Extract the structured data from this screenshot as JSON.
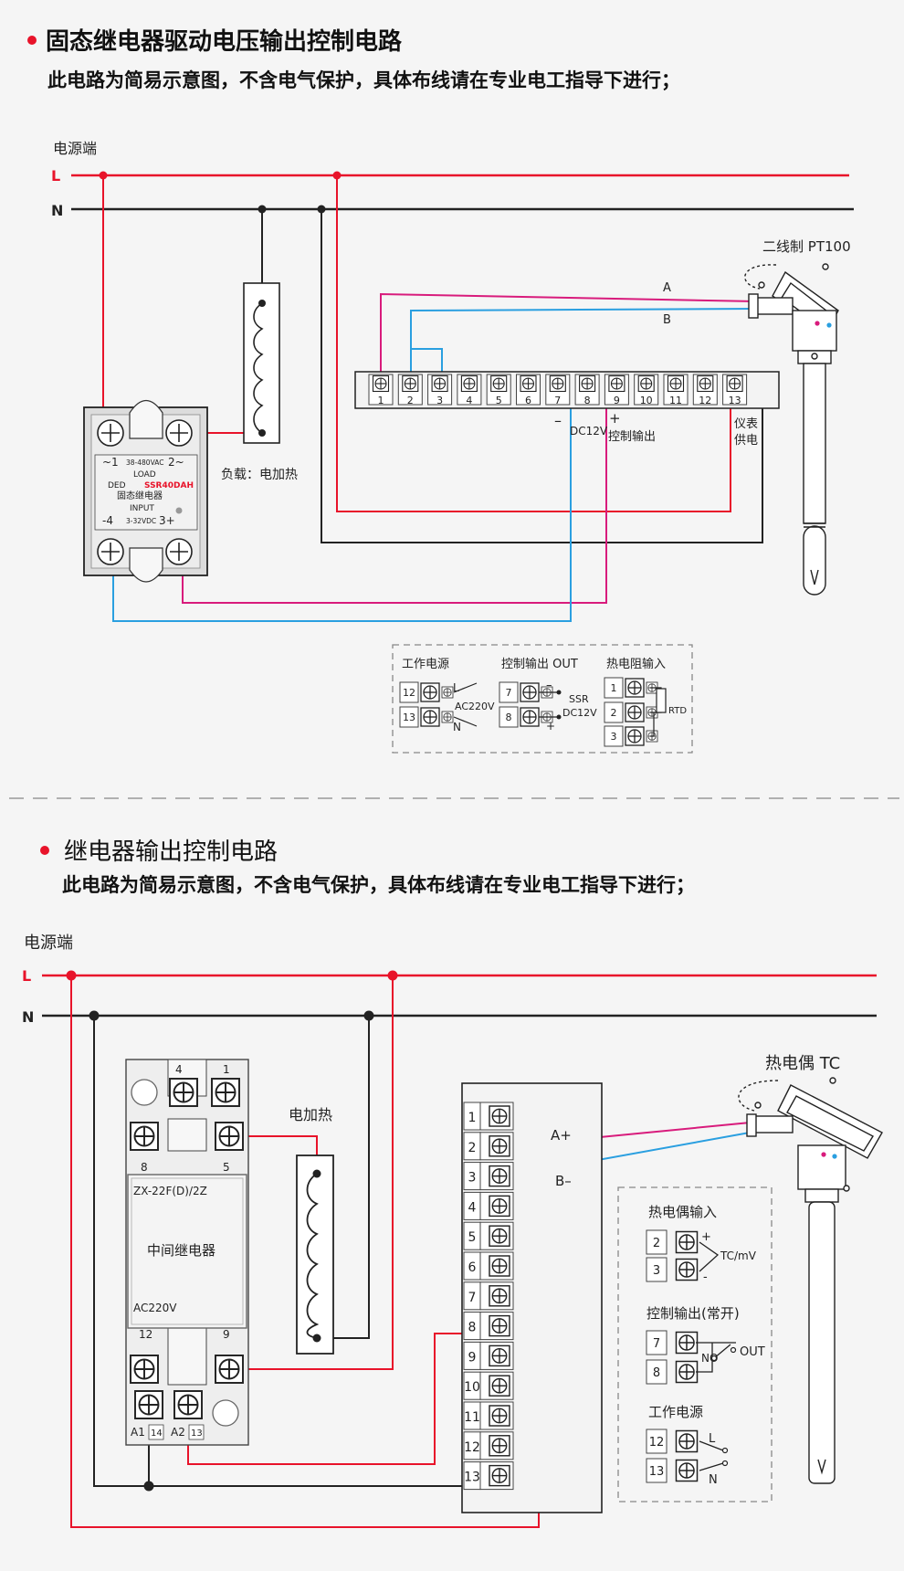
{
  "colors": {
    "red": "#e8132a",
    "pink": "#d81b7c",
    "blue": "#2a9fe0",
    "black": "#222222",
    "accent_dot": "#e8132a"
  },
  "section1": {
    "title": "固态继电器驱动电压输出控制电路",
    "subtitle": "此电路为简易示意图，不含电气保护，具体布线请在专业电工指导下进行；",
    "power_label": "电源端",
    "line_L": "L",
    "line_N": "N",
    "sensor_label": "二线制 PT100",
    "wire_A": "A",
    "wire_B": "B",
    "terminals": [
      "1",
      "2",
      "3",
      "4",
      "5",
      "6",
      "7",
      "8",
      "9",
      "10",
      "11",
      "12",
      "13"
    ],
    "minus": "–",
    "plus": "+",
    "dc12v": "DC12V",
    "control_output": "控制输出",
    "meter_power_1": "仪表",
    "meter_power_2": "供电",
    "load_label": "负载：电加热",
    "ssr": {
      "t1": "~1",
      "voltage": "38-480VAC",
      "t2": "2~",
      "load": "LOAD",
      "brand": "DED",
      "model": "SSR40DAH",
      "name": "固态继电器",
      "input": "INPUT",
      "t4": "-4",
      "input_range": "3-32VDC",
      "t3": "3+"
    },
    "legend": {
      "power_title": "工作电源",
      "out_title": "控制输出 OUT",
      "rtd_title": "热电阻输入",
      "t12": "12",
      "t13": "13",
      "L": "L",
      "N": "N",
      "ac220v": "AC220V",
      "t7": "7",
      "t8": "8",
      "minus": "–",
      "plus": "+",
      "ssr": "SSR",
      "dc12v": "DC12V",
      "t1": "1",
      "t2": "2",
      "t3": "3",
      "rtd": "RTD"
    }
  },
  "section2": {
    "title": "继电器输出控制电路",
    "subtitle": "此电路为简易示意图，不含电气保护，具体布线请在专业电工指导下进行；",
    "power_label": "电源端",
    "line_L": "L",
    "line_N": "N",
    "sensor_label": "热电偶 TC",
    "wire_A": "A+",
    "wire_B": "B–",
    "heater_label": "电加热",
    "relay": {
      "t4": "4",
      "t1": "1",
      "t8": "8",
      "t5": "5",
      "model": "ZX-22F(D)/2Z",
      "name": "中间继电器",
      "coil": "AC220V",
      "t12": "12",
      "t9": "9",
      "a1": "A1",
      "t14": "14",
      "a2": "A2",
      "t13": "13"
    },
    "terminals": [
      "1",
      "2",
      "3",
      "4",
      "5",
      "6",
      "7",
      "8",
      "9",
      "10",
      "11",
      "12",
      "13"
    ],
    "legend": {
      "tc_title": "热电偶输入",
      "t2": "2",
      "t3": "3",
      "plus": "+",
      "minus": "-",
      "tcmv": "TC/mV",
      "out_title": "控制输出(常开)",
      "t7": "7",
      "t8": "8",
      "no": "NO",
      "out": "OUT",
      "power_title": "工作电源",
      "t12": "12",
      "t13": "13",
      "L": "L",
      "N": "N"
    }
  }
}
